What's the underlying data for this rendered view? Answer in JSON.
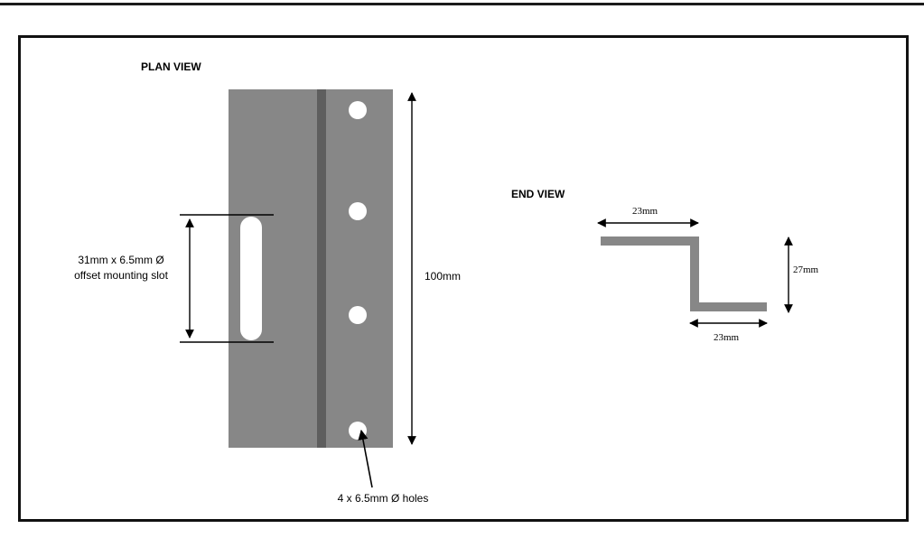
{
  "plan_view": {
    "title": "PLAN VIEW",
    "slot_label_line1": "31mm x 6.5mm Ø",
    "slot_label_line2": "offset mounting slot",
    "length_label": "100mm",
    "holes_label": "4 x 6.5mm Ø holes"
  },
  "end_view": {
    "title": "END VIEW",
    "top_flange_label": "23mm",
    "height_label": "27mm",
    "bottom_flange_label": "23mm"
  },
  "colors": {
    "plate": "#878787",
    "fold_line": "#5e5e5e",
    "profile": "#878787",
    "frame": "#111111"
  }
}
